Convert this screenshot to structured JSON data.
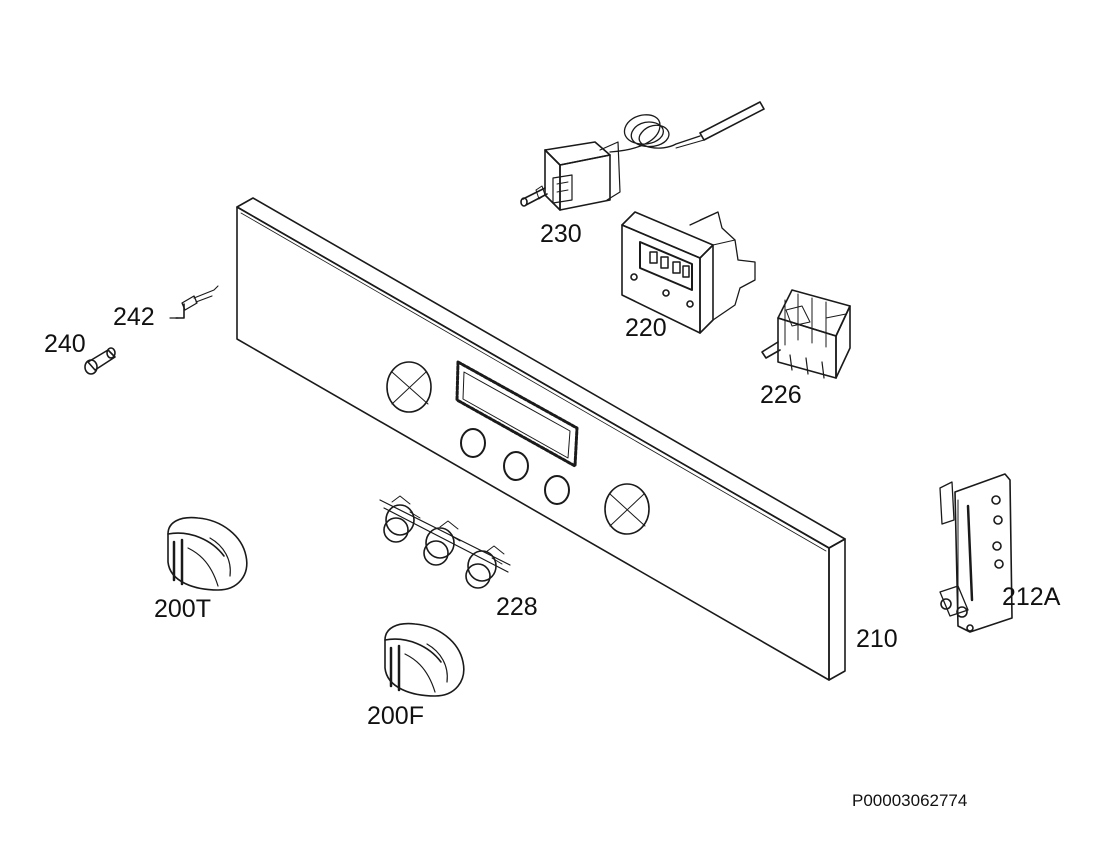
{
  "colors": {
    "line": "#1a1a1a",
    "background": "#ffffff"
  },
  "parts": [
    {
      "id": "230",
      "label": "230"
    },
    {
      "id": "220",
      "label": "220"
    },
    {
      "id": "226",
      "label": "226"
    },
    {
      "id": "242",
      "label": "242"
    },
    {
      "id": "240",
      "label": "240"
    },
    {
      "id": "228",
      "label": "228"
    },
    {
      "id": "200T",
      "label": "200T"
    },
    {
      "id": "200F",
      "label": "200F"
    },
    {
      "id": "210",
      "label": "210"
    },
    {
      "id": "212A",
      "label": "212A"
    }
  ],
  "reference": "P00003062774"
}
